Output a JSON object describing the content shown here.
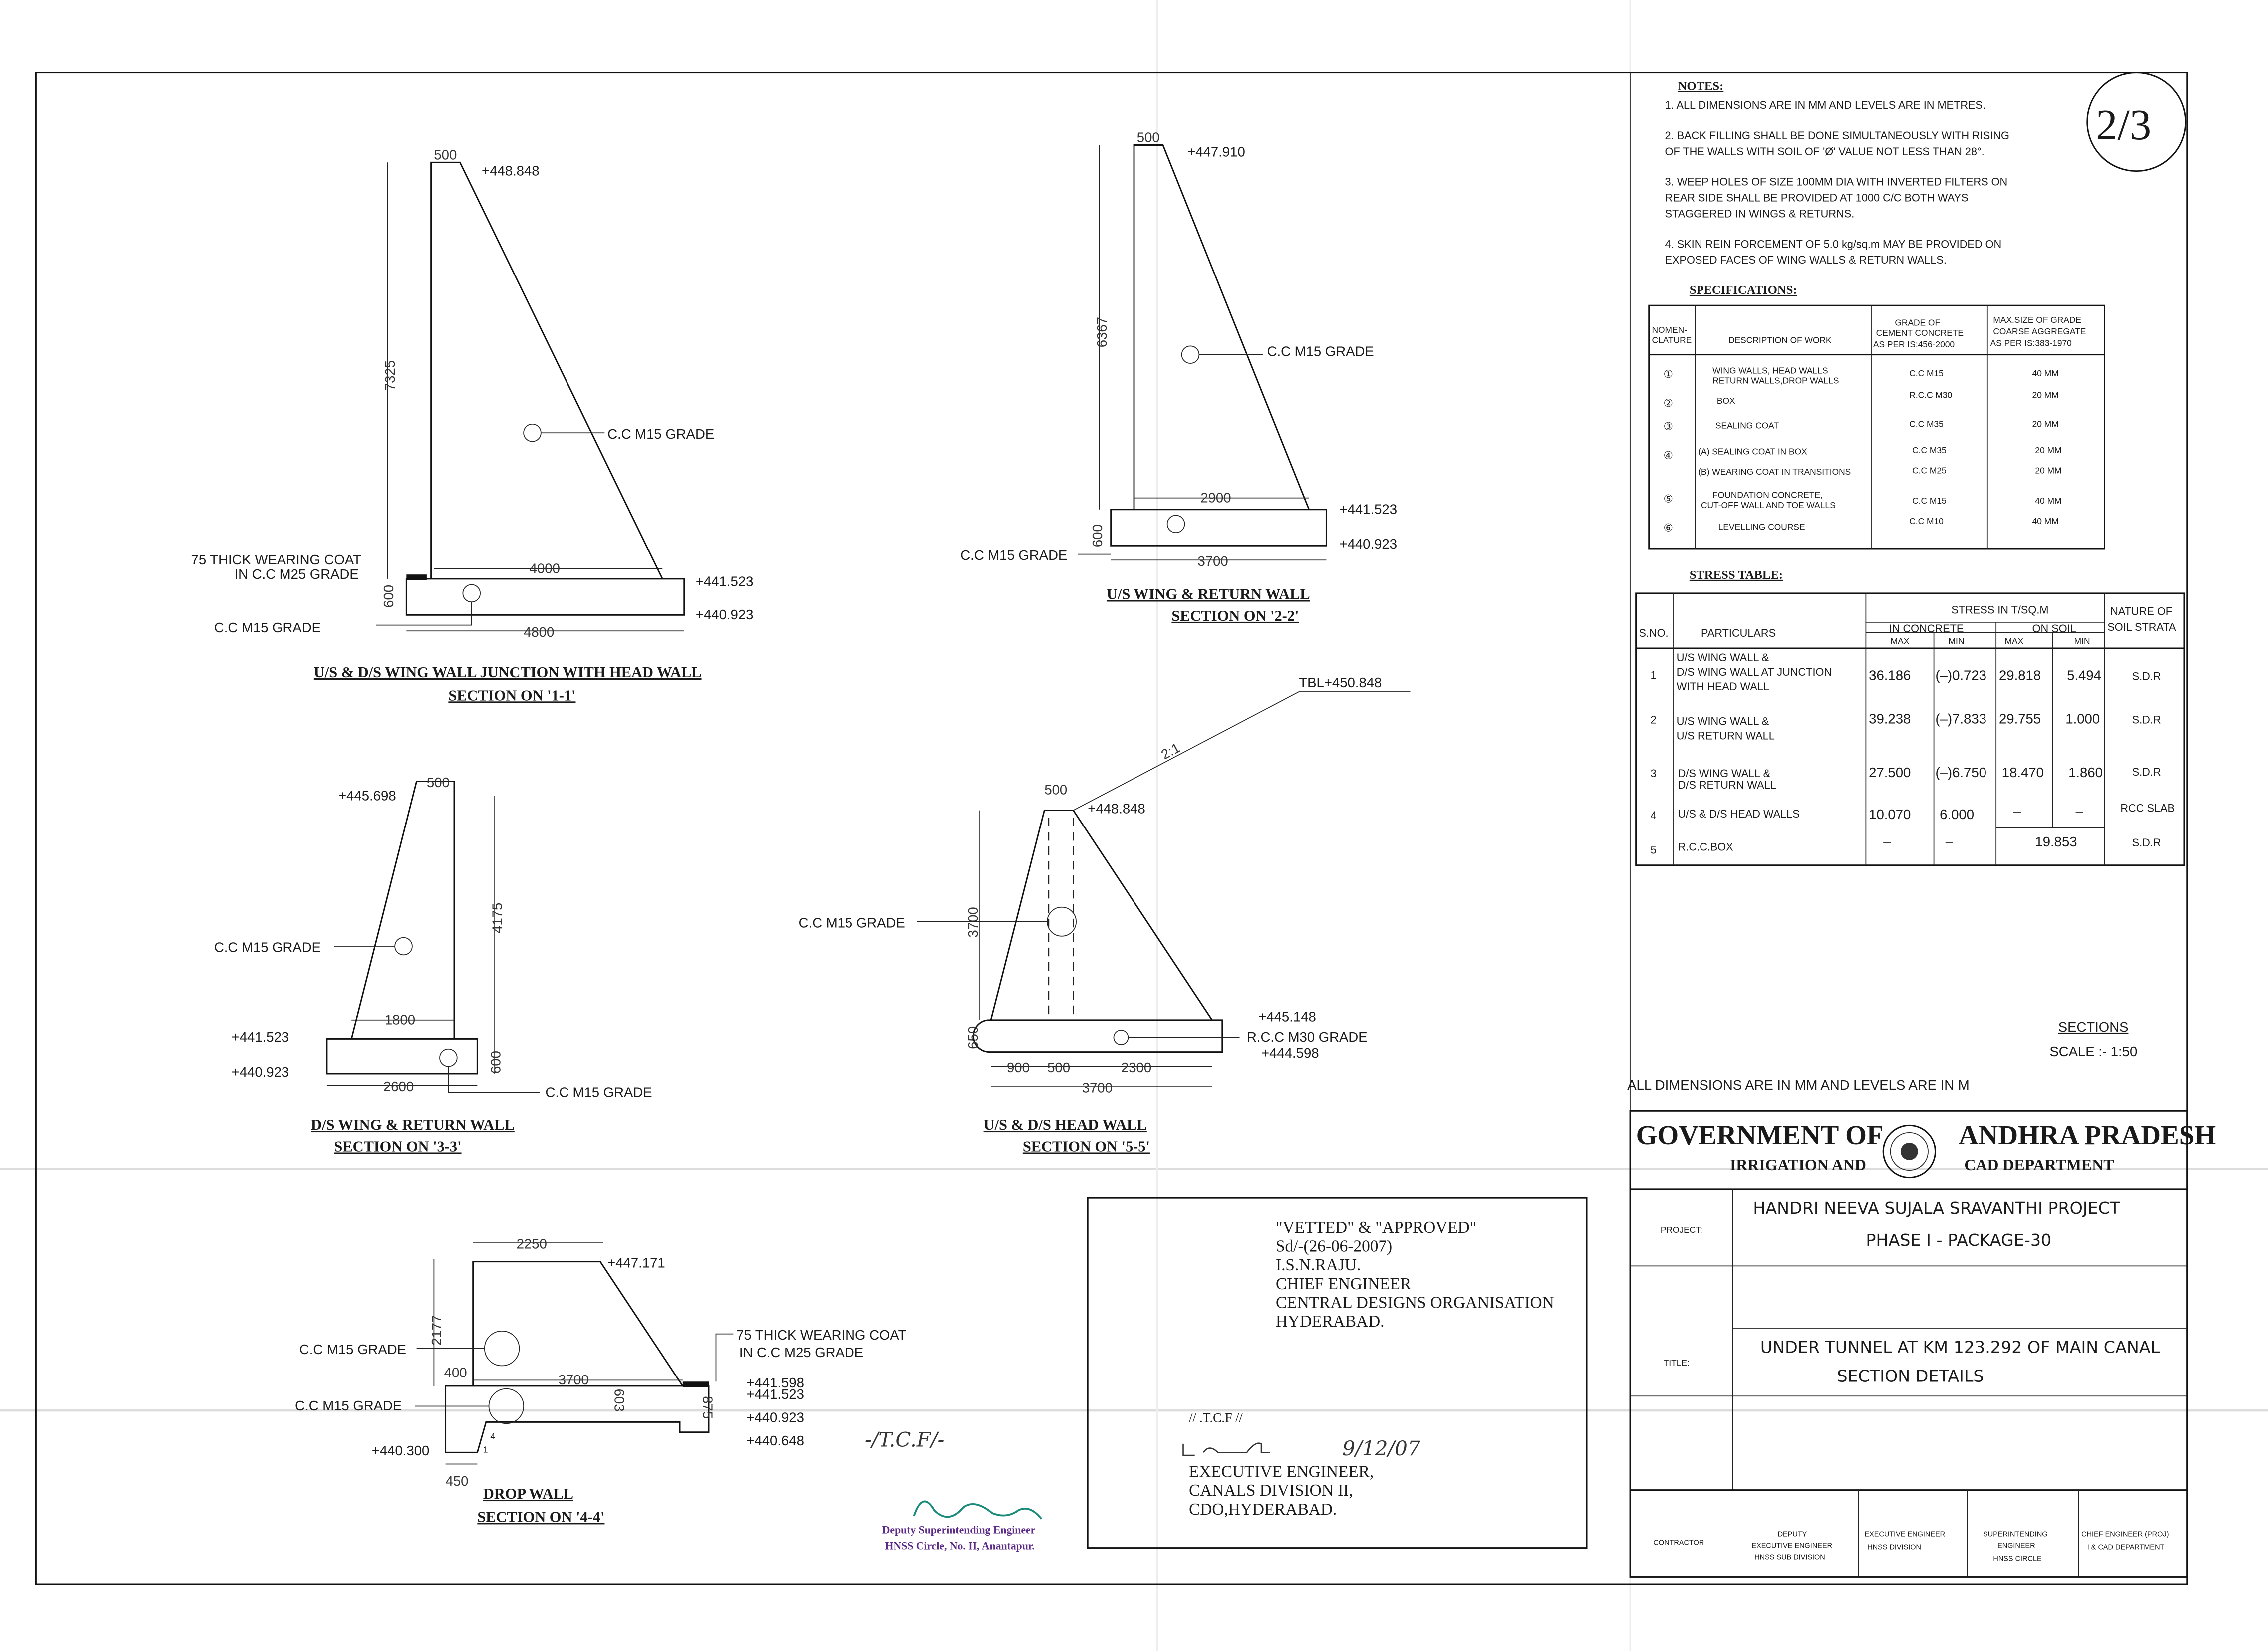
{
  "sheet_number": "2/3",
  "notes": {
    "heading": "NOTES:",
    "items": [
      [
        "1. ALL DIMENSIONS ARE IN MM AND LEVELS ARE IN METRES."
      ],
      [
        "2. BACK FILLING SHALL BE DONE SIMULTANEOUSLY WITH RISING",
        "OF THE WALLS WITH SOIL OF 'Ø' VALUE NOT LESS THAN 28°."
      ],
      [
        "3. WEEP HOLES OF SIZE 100MM DIA WITH INVERTED FILTERS ON",
        "REAR SIDE SHALL BE PROVIDED AT 1000 C/C BOTH WAYS",
        "STAGGERED IN WINGS & RETURNS."
      ],
      [
        "4. SKIN REIN FORCEMENT OF 5.0 kg/sq.m MAY BE PROVIDED ON",
        "EXPOSED FACES OF WING WALLS & RETURN WALLS."
      ]
    ]
  },
  "specifications": {
    "heading": "SPECIFICATIONS:",
    "headers": [
      [
        "NOMEN-",
        "CLATURE"
      ],
      [
        "DESCRIPTION OF WORK"
      ],
      [
        "GRADE OF",
        "CEMENT CONCRETE",
        "AS PER IS:456-2000"
      ],
      [
        "MAX.SIZE OF GRADE",
        "COARSE AGGREGATE",
        "AS PER IS:383-1970"
      ]
    ],
    "rows": [
      {
        "no": "①",
        "desc": [
          "WING WALLS, HEAD WALLS",
          "RETURN WALLS,DROP WALLS"
        ],
        "grade": "C.C M15",
        "size": "40 MM"
      },
      {
        "no": "②",
        "desc": [
          "BOX"
        ],
        "grade": "R.C.C M30",
        "size": "20 MM"
      },
      {
        "no": "③",
        "desc": [
          "SEALING COAT"
        ],
        "grade": "C.C M35",
        "size": "20 MM"
      },
      {
        "no": "④",
        "desc": [
          "(A) SEALING COAT IN BOX"
        ],
        "grade": "C.C M35",
        "size": "20 MM"
      },
      {
        "no": "",
        "desc": [
          "(B) WEARING COAT IN TRANSITIONS"
        ],
        "grade": "C.C M25",
        "size": "20 MM"
      },
      {
        "no": "⑤",
        "desc": [
          "FOUNDATION CONCRETE,",
          "CUT-OFF WALL AND TOE WALLS"
        ],
        "grade": "C.C M15",
        "size": "40 MM"
      },
      {
        "no": "⑥",
        "desc": [
          "LEVELLING COURSE"
        ],
        "grade": "C.C M10",
        "size": "40 MM"
      }
    ]
  },
  "stress_table": {
    "heading": "STRESS TABLE:",
    "h_sno": "S.NO.",
    "h_particulars": "PARTICULARS",
    "h_stress": "STRESS IN T/SQ.M",
    "h_concrete": "IN CONCRETE",
    "h_soil": "ON SOIL",
    "h_max": "MAX",
    "h_min": "MIN",
    "h_nature": [
      "NATURE OF",
      "SOIL STRATA"
    ],
    "rows": [
      {
        "sno": "1",
        "part": [
          "U/S WING WALL &",
          "D/S WING WALL AT JUNCTION",
          "WITH HEAD WALL"
        ],
        "c_max": "36.186",
        "c_min": "(–)0.723",
        "s_max": "29.818",
        "s_min": "5.494",
        "nature": "S.D.R"
      },
      {
        "sno": "2",
        "part": [
          "U/S WING WALL &",
          "U/S RETURN WALL"
        ],
        "c_max": "39.238",
        "c_min": "(–)7.833",
        "s_max": "29.755",
        "s_min": "1.000",
        "nature": "S.D.R"
      },
      {
        "sno": "3",
        "part": [
          "D/S WING WALL &",
          "D/S RETURN WALL"
        ],
        "c_max": "27.500",
        "c_min": "(–)6.750",
        "s_max": "18.470",
        "s_min": "1.860",
        "nature": "S.D.R"
      },
      {
        "sno": "4",
        "part": [
          "U/S & D/S HEAD WALLS"
        ],
        "c_max": "10.070",
        "c_min": "6.000",
        "s_max": "–",
        "s_min": "–",
        "nature": "RCC SLAB"
      },
      {
        "sno": "5",
        "part": [
          "R.C.C.BOX"
        ],
        "c_max": "–",
        "c_min": "–",
        "s_merged": "19.853",
        "nature": "S.D.R"
      }
    ]
  },
  "sections_scale": {
    "label": "SECTIONS",
    "scale": "SCALE :- 1:50"
  },
  "dimension_note": "ALL DIMENSIONS ARE IN MM AND LEVELS ARE IN M",
  "title_block": {
    "gov_left": "GOVERNMENT OF",
    "gov_right": "ANDHRA PRADESH",
    "dept_left": "IRRIGATION AND",
    "dept_right": "CAD DEPARTMENT",
    "project_label": "PROJECT:",
    "project": [
      "HANDRI NEEVA SUJALA SRAVANTHI PROJECT",
      "PHASE I - PACKAGE-30"
    ],
    "title_label": "TITLE:",
    "title": [
      "UNDER TUNNEL AT KM 123.292 OF MAIN CANAL",
      "SECTION DETAILS"
    ],
    "signatories": [
      [
        "CONTRACTOR"
      ],
      [
        "DEPUTY",
        "EXECUTIVE ENGINEER",
        "HNSS SUB DIVISION"
      ],
      [
        "EXECUTIVE ENGINEER",
        "HNSS DIVISION"
      ],
      [
        "SUPERINTENDING",
        "ENGINEER",
        "HNSS CIRCLE"
      ],
      [
        "CHIEF ENGINEER (PROJ)",
        "I & CAD DEPARTMENT"
      ]
    ]
  },
  "approval": {
    "lines": [
      "\"VETTED\" & \"APPROVED\"",
      "Sd/-(26-06-2007)",
      "I.S.N.RAJU.",
      "CHIEF ENGINEER",
      "CENTRAL DESIGNS ORGANISATION",
      "HYDERABAD."
    ],
    "tcf": "// .T.C.F //",
    "handwritten_date": "9/12/07",
    "ee_lines": [
      "EXECUTIVE ENGINEER,",
      "CANALS DIVISION II,",
      "CDO,HYDERABAD."
    ]
  },
  "stamps": {
    "tcf_handwritten": "-/T.C.F/-",
    "deputy_se": [
      "Deputy Superintending Engineer",
      "HNSS Circle, No. II, Anantapur."
    ]
  },
  "sections": {
    "s11": {
      "title": "U/S & D/S WING WALL JUNCTION WITH HEAD WALL",
      "subtitle": "SECTION ON '1-1'",
      "top": "500",
      "height": "7325",
      "lvl_top": "+448.848",
      "grade": "C.C M15 GRADE",
      "coat": [
        "75 THICK WEARING COAT",
        "IN C.C M25 GRADE"
      ],
      "base_w": "4000",
      "base_h": "600",
      "foot_w": "4800",
      "lvl1": "+441.523",
      "lvl2": "+440.923",
      "foot_grade": "C.C M15 GRADE"
    },
    "s22": {
      "title": "U/S WING & RETURN WALL",
      "subtitle": "SECTION ON '2-2'",
      "top": "500",
      "height": "6367",
      "lvl_top": "+447.910",
      "grade": "C.C M15 GRADE",
      "base_w": "2900",
      "base_h": "600",
      "foot_w": "3700",
      "lvl1": "+441.523",
      "lvl2": "+440.923",
      "foot_grade": "C.C M15 GRADE"
    },
    "s33": {
      "title": "D/S WING & RETURN WALL",
      "subtitle": "SECTION ON '3-3'",
      "top": "500",
      "height": "4175",
      "lvl_top": "+445.698",
      "grade": "C.C M15 GRADE",
      "base_w": "1800",
      "base_h": "600",
      "foot_w": "2600",
      "lvl1": "+441.523",
      "lvl2": "+440.923",
      "foot_grade": "C.C M15 GRADE"
    },
    "s55": {
      "title": "U/S & D/S HEAD WALL",
      "subtitle": "SECTION ON '5-5'",
      "top": "500",
      "height": "3700",
      "lvl_top": "+448.848",
      "tbl": "TBL+450.848",
      "slope": "2:1",
      "grade": "C.C M15 GRADE",
      "base_h": "650",
      "d1": "900",
      "d2": "500",
      "d3": "2300",
      "foot_w": "3700",
      "lvl1": "+445.148",
      "lvl2": "+444.598",
      "slab_grade": "R.C.C M30 GRADE"
    },
    "s44": {
      "title": "DROP WALL",
      "subtitle": "SECTION ON '4-4'",
      "top": "2250",
      "height": "2177",
      "lvl_top": "+447.171",
      "grade1": "C.C M15 GRADE",
      "grade2": "C.C M15 GRADE",
      "coat": [
        "75 THICK WEARING COAT",
        "IN C.C M25 GRADE"
      ],
      "d400": "400",
      "d3700": "3700",
      "d603": "603",
      "d875": "875",
      "d450": "450",
      "slope_v": "4",
      "slope_h": "1",
      "lvl1": "+441.598",
      "lvl2": "+441.523",
      "lvl3": "+440.923",
      "lvl4": "+440.648",
      "lvl5": "+440.300"
    }
  }
}
